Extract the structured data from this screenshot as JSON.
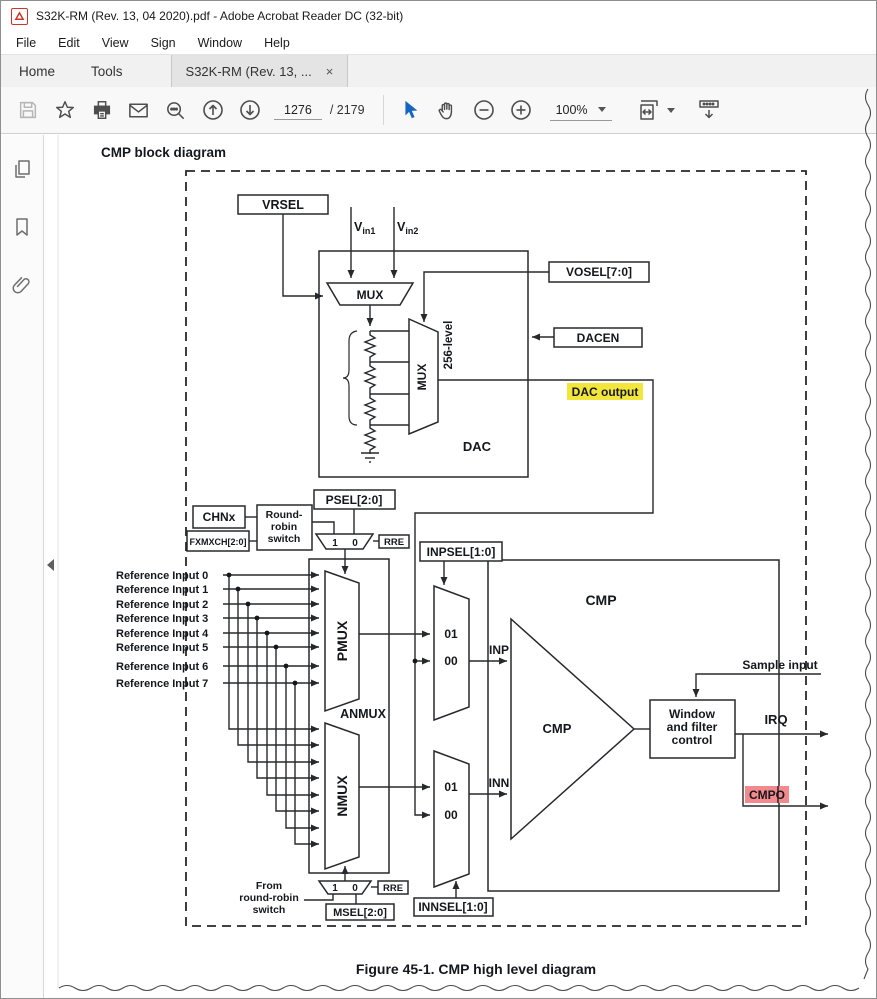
{
  "window": {
    "title": "S32K-RM (Rev. 13, 04 2020).pdf - Adobe Acrobat Reader DC (32-bit)"
  },
  "menu": {
    "items": [
      "File",
      "Edit",
      "View",
      "Sign",
      "Window",
      "Help"
    ]
  },
  "tabs": {
    "home": "Home",
    "tools": "Tools",
    "document": "S32K-RM (Rev. 13, ...",
    "close": "×"
  },
  "toolbar": {
    "page_current": "1276",
    "page_total": "/ 2179",
    "zoom_level": "100%",
    "icons": [
      "save-icon",
      "star-icon",
      "print-icon",
      "email-icon",
      "search-icon",
      "page-up-icon",
      "page-down-icon",
      "select-tool-icon",
      "hand-tool-icon",
      "zoom-out-icon",
      "zoom-in-icon",
      "page-fit-icon",
      "toolbar-panel-icon"
    ]
  },
  "sidebar": {
    "icons": [
      "page-thumbnails-icon",
      "bookmarks-icon",
      "attachments-icon"
    ]
  },
  "pdf": {
    "heading": "CMP block diagram",
    "caption": "Figure 45-1. CMP high level diagram",
    "diagram": {
      "vrsel": "VRSEL",
      "vin1": {
        "base": "V",
        "sub": "in1"
      },
      "vin2": {
        "base": "V",
        "sub": "in2"
      },
      "mux": "MUX",
      "vosel": "VOSEL[7:0]",
      "dacen": "DACEN",
      "dac_output": "DAC output",
      "level256": "256-level",
      "dac": "DAC",
      "psel": "PSEL[2:0]",
      "chnx": "CHNx",
      "round_robin": [
        "Round-",
        "robin",
        "switch"
      ],
      "fxmxch": "FXMXCH[2:0]",
      "rre": "RRE",
      "inpsel": "INPSEL[1:0]",
      "ref": [
        "Reference Input 0",
        "Reference Input 1",
        "Reference Input 2",
        "Reference Input 3",
        "Reference Input 4",
        "Reference Input 5",
        "Reference Input 6",
        "Reference Input 7"
      ],
      "pmux": "PMUX",
      "anmux": "ANMUX",
      "nmux": "NMUX",
      "one": "1",
      "zero": "0",
      "in01": "01",
      "in00": "00",
      "inp": "INP",
      "inn": "INN",
      "cmp": "CMP",
      "window_filter": [
        "Window",
        "and filter",
        "control"
      ],
      "sample_input": "Sample input",
      "irq": "IRQ",
      "cmpo": "CMPO",
      "from_rr": [
        "From",
        "round-robin",
        "switch"
      ],
      "msel": "MSEL[2:0]",
      "innsel": "INNSEL[1:0]",
      "colors": {
        "highlight_yellow": "#f2e63c",
        "highlight_red": "#f2898d",
        "accent_blue": "#1666c1"
      }
    }
  }
}
